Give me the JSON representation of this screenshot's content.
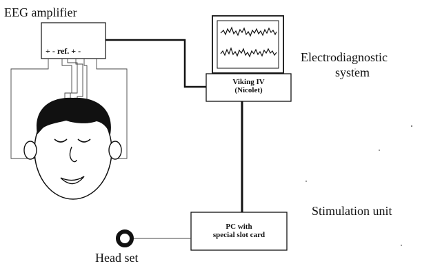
{
  "labels": {
    "eeg_amplifier": "EEG amplifier",
    "amp_terminals": "+ - ref. + -",
    "electro_line1": "Electrodiagnostic",
    "electro_line2": "system",
    "viking_line1": "Viking IV",
    "viking_line2": "(Nicolet)",
    "stim_unit": "Stimulation unit",
    "pc_line1": "PC  with",
    "pc_line2": "special slot card",
    "head_set": "Head set"
  }
}
